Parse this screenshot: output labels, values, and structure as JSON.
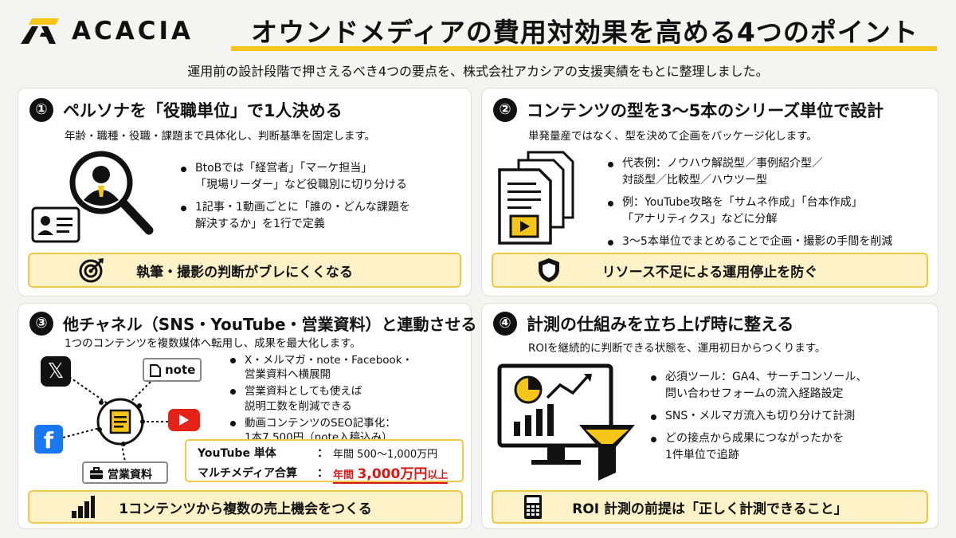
{
  "header": {
    "logo_text": "ACACIA",
    "title": "オウンドメディアの費用対効果を高める4つのポイント",
    "subtitle": "運用前の設計段階で押さえるべき4つの要点を、株式会社アカシアの支援実績をもとに整理しました。"
  },
  "colors": {
    "accent": "#f5c518",
    "banner_bg": "#fdf2c7",
    "highlight_red": "#d61a1a",
    "youtube_red": "#e62117",
    "facebook_blue": "#1877f2"
  },
  "cards": [
    {
      "number": "①",
      "title": "ペルソナを「役職単位」で1人決める",
      "desc": "年齢・職種・役職・課題まで具体化し、判断基準を固定します。",
      "bullets": [
        [
          "BtoBでは「経営者」「マーケ担当」",
          "「現場リーダー」など役職別に切り分ける"
        ],
        [
          "1記事・1動画ごとに「誰の・どんな課題を",
          "解決するか」を1行で定義"
        ]
      ],
      "banner_icon": "target-icon",
      "banner": "執筆・撮影の判断がブレにくくなる"
    },
    {
      "number": "②",
      "title": "コンテンツの型を3〜5本のシリーズ単位で設計",
      "desc": "単発量産ではなく、型を決めて企画をパッケージ化します。",
      "bullets": [
        [
          "代表例：ノウハウ解説型／事例紹介型／",
          "対談型／比較型／ハウツー型"
        ],
        [
          "例：YouTube攻略を「サムネ作成」「台本作成」",
          "「アナリティクス」などに分解"
        ],
        [
          "3〜5本単位でまとめることで企画・撮影の手間を削減"
        ]
      ],
      "banner_icon": "shield-icon",
      "banner": "リソース不足による運用停止を防ぐ"
    },
    {
      "number": "③",
      "title": "他チャネル（SNS・YouTube・営業資料）と連動させる",
      "desc": "1つのコンテンツを複数媒体へ転用し、成果を最大化します。",
      "bullets": [
        [
          "X・メルマガ・note・Facebook・",
          "営業資料へ横展開"
        ],
        [
          "営業資料としても使えば",
          "説明工数を削減できる"
        ],
        [
          "動画コンテンツのSEO記事化：",
          "1本7,500円（note入稿込み）"
        ]
      ],
      "channels": {
        "note": "note",
        "sales": "営業資料"
      },
      "revenue": {
        "row1_label": "YouTube 単体",
        "row1_value": "年間 500〜1,000万円",
        "row2_label": "マルチメディア合算",
        "row2_prefix": "年間",
        "row2_amount": "3,000万円",
        "row2_suffix": "以上",
        "colon": "："
      },
      "banner_icon": "bar-chart-icon",
      "banner": "1コンテンツから複数の売上機会をつくる"
    },
    {
      "number": "④",
      "title": "計測の仕組みを立ち上げ時に整える",
      "desc": "ROIを継続的に判断できる状態を、運用初日からつくります。",
      "bullets": [
        [
          "必須ツール：GA4、サーチコンソール、",
          "問い合わせフォームの流入経路設定"
        ],
        [
          "SNS・メルマガ流入も切り分けて計測"
        ],
        [
          "どの接点から成果につながったかを",
          "1件単位で追跡"
        ]
      ],
      "banner_icon": "calculator-icon",
      "banner": "ROI 計測の前提は「正しく計測できること」"
    }
  ]
}
